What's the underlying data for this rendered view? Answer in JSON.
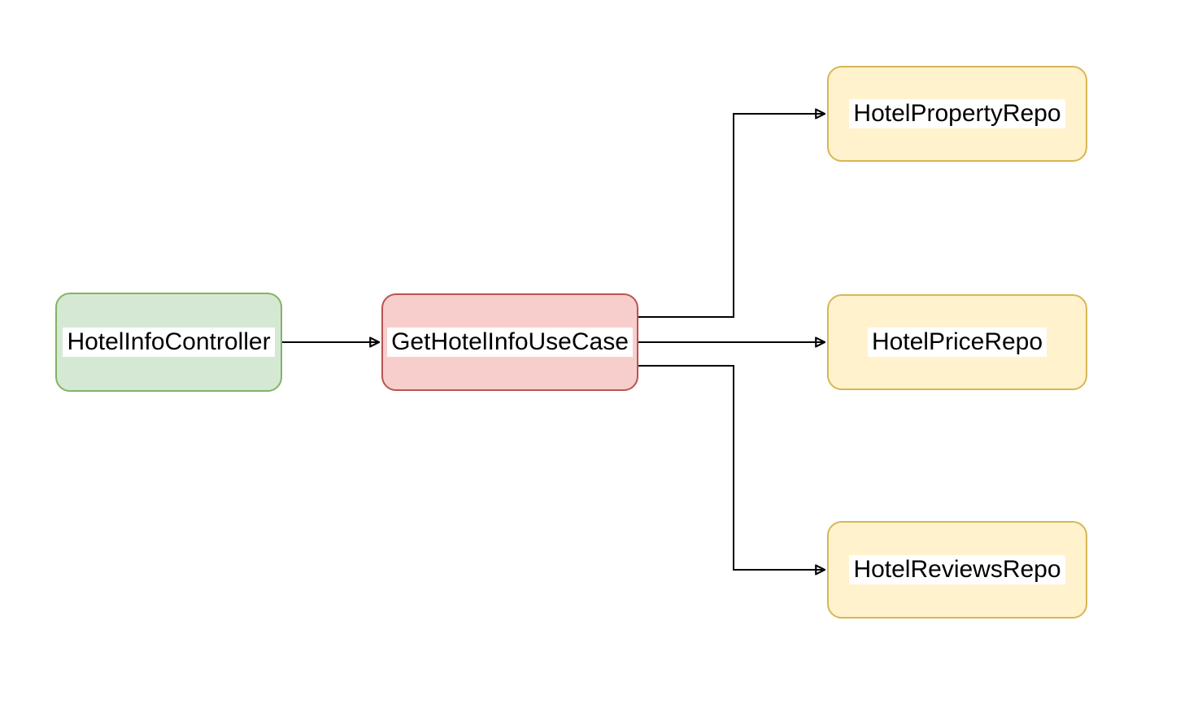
{
  "diagram": {
    "background_color": "#ffffff",
    "edge_color": "#000000",
    "label_background_color": "#ffffff",
    "label_text_color": "#000000",
    "nodes": [
      {
        "id": "hotel-info-controller",
        "label": "HotelInfoController",
        "fill": "#d5e8d4",
        "border": "#82b366",
        "color_role": "green"
      },
      {
        "id": "get-hotel-info-use-case",
        "label": "GetHotelInfoUseCase",
        "fill": "#f8cecc",
        "border": "#b85450",
        "color_role": "red"
      },
      {
        "id": "hotel-property-repo",
        "label": "HotelPropertyRepo",
        "fill": "#fff2cc",
        "border": "#d6b656",
        "color_role": "yellow"
      },
      {
        "id": "hotel-price-repo",
        "label": "HotelPriceRepo",
        "fill": "#fff2cc",
        "border": "#d6b656",
        "color_role": "yellow"
      },
      {
        "id": "hotel-reviews-repo",
        "label": "HotelReviewsRepo",
        "fill": "#fff2cc",
        "border": "#d6b656",
        "color_role": "yellow"
      }
    ],
    "edges": [
      {
        "from": "HotelInfoController",
        "to": "GetHotelInfoUseCase",
        "arrow": "end"
      },
      {
        "from": "GetHotelInfoUseCase",
        "to": "HotelPropertyRepo",
        "arrow": "end"
      },
      {
        "from": "GetHotelInfoUseCase",
        "to": "HotelPriceRepo",
        "arrow": "end"
      },
      {
        "from": "GetHotelInfoUseCase",
        "to": "HotelReviewsRepo",
        "arrow": "end"
      }
    ]
  }
}
